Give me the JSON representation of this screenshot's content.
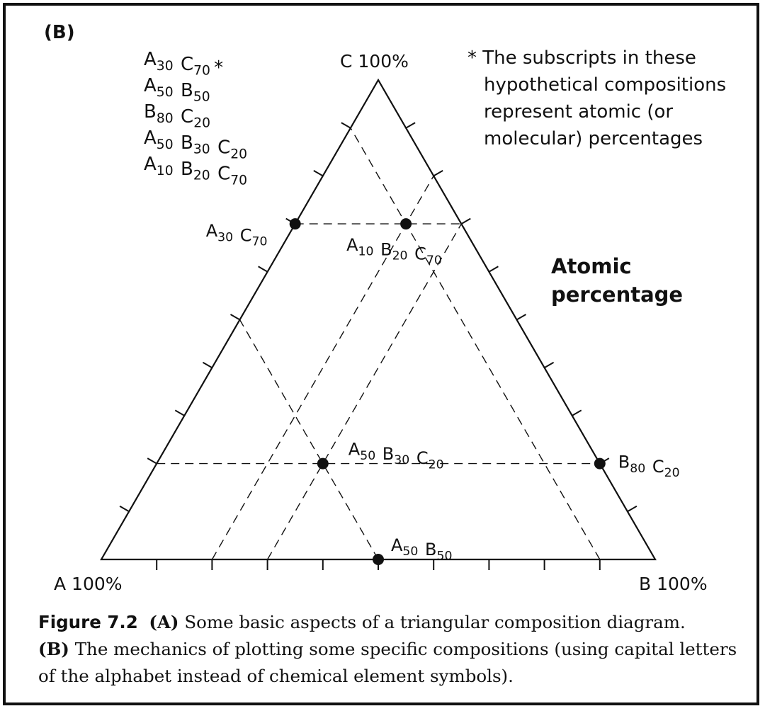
{
  "panel_label": "(B)",
  "compositions": [
    {
      "id": "a30c70",
      "a": 30,
      "b": 0,
      "c": 70,
      "parts": [
        {
          "el": "A",
          "sub": "30"
        },
        {
          "el": "C",
          "sub": "70"
        }
      ]
    },
    {
      "id": "a50b50",
      "a": 50,
      "b": 50,
      "c": 0,
      "parts": [
        {
          "el": "A",
          "sub": "50"
        },
        {
          "el": "B",
          "sub": "50"
        }
      ]
    },
    {
      "id": "b80c20",
      "a": 0,
      "b": 80,
      "c": 20,
      "parts": [
        {
          "el": "B",
          "sub": "80"
        },
        {
          "el": "C",
          "sub": "20"
        }
      ]
    },
    {
      "id": "a50b30c20",
      "a": 50,
      "b": 30,
      "c": 20,
      "parts": [
        {
          "el": "A",
          "sub": "50"
        },
        {
          "el": "B",
          "sub": "30"
        },
        {
          "el": "C",
          "sub": "20"
        }
      ]
    },
    {
      "id": "a10b20c70",
      "a": 10,
      "b": 20,
      "c": 70,
      "parts": [
        {
          "el": "A",
          "sub": "10"
        },
        {
          "el": "B",
          "sub": "20"
        },
        {
          "el": "C",
          "sub": "70"
        }
      ]
    }
  ],
  "asterisk": "*",
  "footnote": [
    "* The subscripts in these",
    "hypothetical compositions",
    "represent atomic (or",
    "molecular) percentages"
  ],
  "vertices": {
    "a": "A 100%",
    "b": "B 100%",
    "c": "C 100%"
  },
  "side_label": [
    "Atomic",
    "percentage"
  ],
  "tick_step_percent": 10,
  "caption": {
    "figure": "Figure 7.2",
    "a_label": "(A)",
    "a_text": " Some basic aspects of a triangular composition diagram.",
    "b_label": "(B)",
    "b_text": " The mechanics of plotting some specific compositions (using capital letters of the alphabet instead of chemical element symbols)."
  },
  "colors": {
    "ink": "#111111",
    "background": "#ffffff"
  }
}
